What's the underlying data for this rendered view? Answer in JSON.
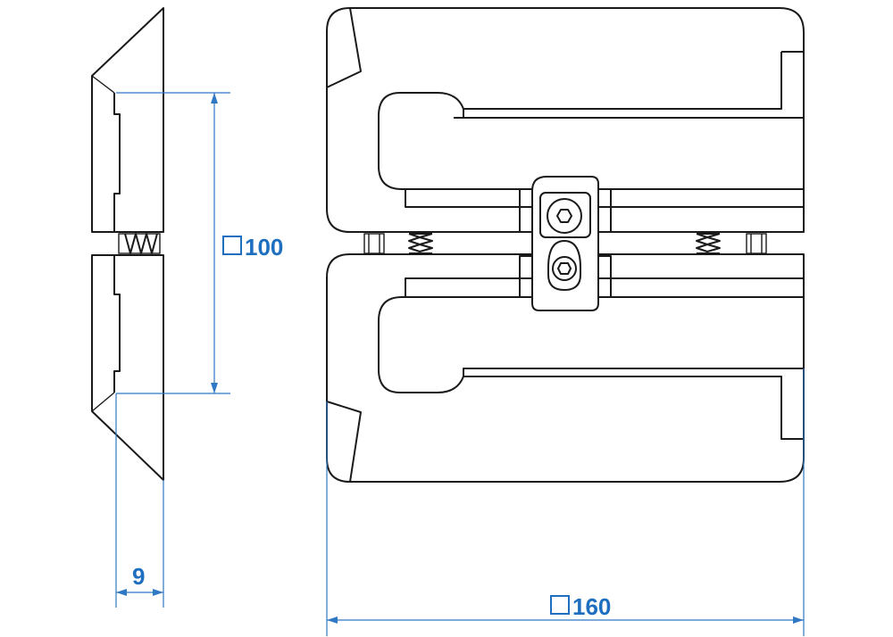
{
  "colors": {
    "outline": "#1a1a1a",
    "dimension": "#1f6fc0",
    "background": "#ffffff"
  },
  "icons": {
    "square_symbol": "square-size-symbol-icon",
    "hex_socket": "hex-socket-icon"
  },
  "dimensions": {
    "height": "100",
    "thickness": "9",
    "width": "160"
  }
}
